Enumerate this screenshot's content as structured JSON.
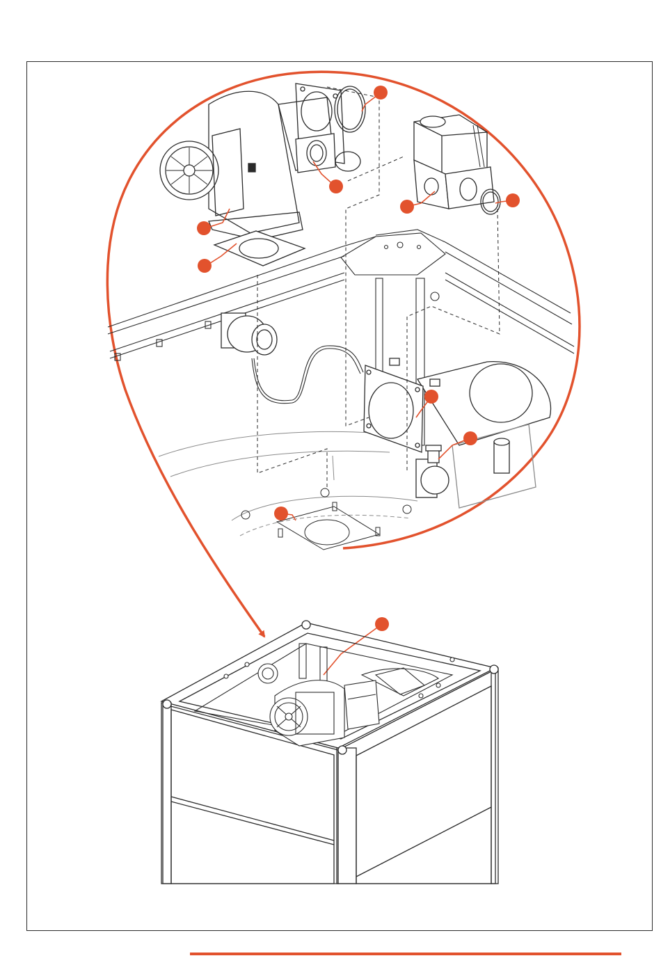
{
  "colors": {
    "accent": "#e2522d",
    "line": "#2a2a2a",
    "light_line": "#8a8a8a",
    "background": "#ffffff"
  },
  "callouts": [
    {
      "id": "callout-1",
      "label": ""
    },
    {
      "id": "callout-2",
      "label": ""
    },
    {
      "id": "callout-3",
      "label": ""
    },
    {
      "id": "callout-4",
      "label": ""
    },
    {
      "id": "callout-5",
      "label": ""
    },
    {
      "id": "callout-6",
      "label": ""
    },
    {
      "id": "callout-7",
      "label": ""
    },
    {
      "id": "callout-8",
      "label": ""
    },
    {
      "id": "callout-9",
      "label": ""
    },
    {
      "id": "callout-10",
      "label": ""
    }
  ]
}
